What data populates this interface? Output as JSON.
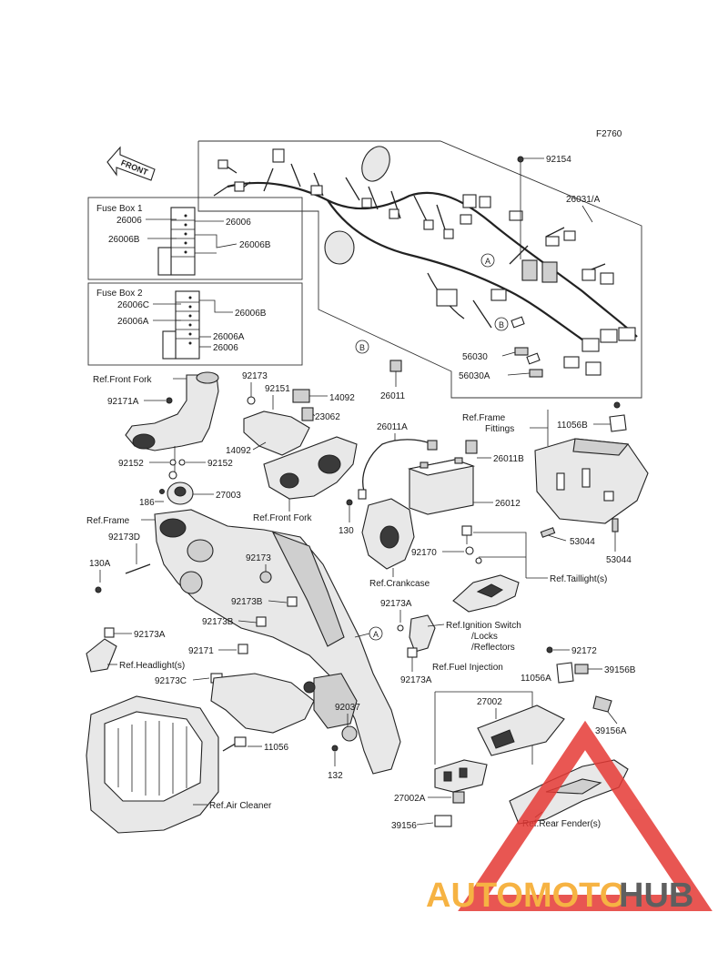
{
  "figure_id": "F2760",
  "front_arrow_label": "FRONT",
  "fuse_box_1": {
    "title": "Fuse Box 1",
    "labels_left": [
      "26006",
      "26006B"
    ],
    "labels_right": [
      "26006",
      "26006B"
    ]
  },
  "fuse_box_2": {
    "title": "Fuse Box 2",
    "labels_left": [
      "26006C",
      "26006A"
    ],
    "labels_right": [
      "26006B",
      "26006A",
      "26006"
    ]
  },
  "callouts": [
    "A",
    "B"
  ],
  "part_labels": {
    "p92154": "92154",
    "p26031A": "26031/A",
    "p56030": "56030",
    "p56030A": "56030A",
    "p26011": "26011",
    "ref_front_fork_1": "Ref.Front Fork",
    "p92171A": "92171A",
    "p92173_a": "92173",
    "p92151": "92151",
    "p14092_a": "14092",
    "p23062": "23062",
    "p14092_b": "14092",
    "p92152_a": "92152",
    "p92152_b": "92152",
    "p186": "186",
    "p27003": "27003",
    "ref_front_fork_2": "Ref.Front Fork",
    "p26011A": "26011A",
    "ref_frame_fittings_1": "Ref.Frame",
    "ref_frame_fittings_2": "Fittings",
    "p11056B": "11056B",
    "p26011B": "26011B",
    "p26012": "26012",
    "p130_a": "130",
    "ref_frame": "Ref.Frame",
    "p92173D": "92173D",
    "p130A": "130A",
    "p92173_b": "92173",
    "p92173B_a": "92173B",
    "p92173B_b": "92173B",
    "p92173A_a": "92173A",
    "p92171": "92171",
    "ref_headlight": "Ref.Headlight(s)",
    "p92173C": "92173C",
    "p11056": "11056",
    "ref_air_cleaner": "Ref.Air Cleaner",
    "p92170": "92170",
    "ref_crankcase": "Ref.Crankcase",
    "ref_taillight": "Ref.Taillight(s)",
    "p53044_a": "53044",
    "p53044_b": "53044",
    "p92173A_b": "92173A",
    "ref_ignition_1": "Ref.Ignition Switch",
    "ref_ignition_2": "/Locks",
    "ref_ignition_3": "/Reflectors",
    "p92173A_c": "92173A",
    "ref_fuel_injection": "Ref.Fuel Injection",
    "p92172": "92172",
    "p11056A": "11056A",
    "p39156B": "39156B",
    "p27002": "27002",
    "p39156A": "39156A",
    "p92037": "92037",
    "p132": "132",
    "p27002A": "27002A",
    "p39156": "39156",
    "ref_rear_fender": "Ref.Rear Fender(s)"
  },
  "watermark": {
    "part1": "AUTOMOTO",
    "part2": "HUB",
    "color1": "#f5a623",
    "color2": "#444444",
    "triangle_color": "#e53935"
  }
}
